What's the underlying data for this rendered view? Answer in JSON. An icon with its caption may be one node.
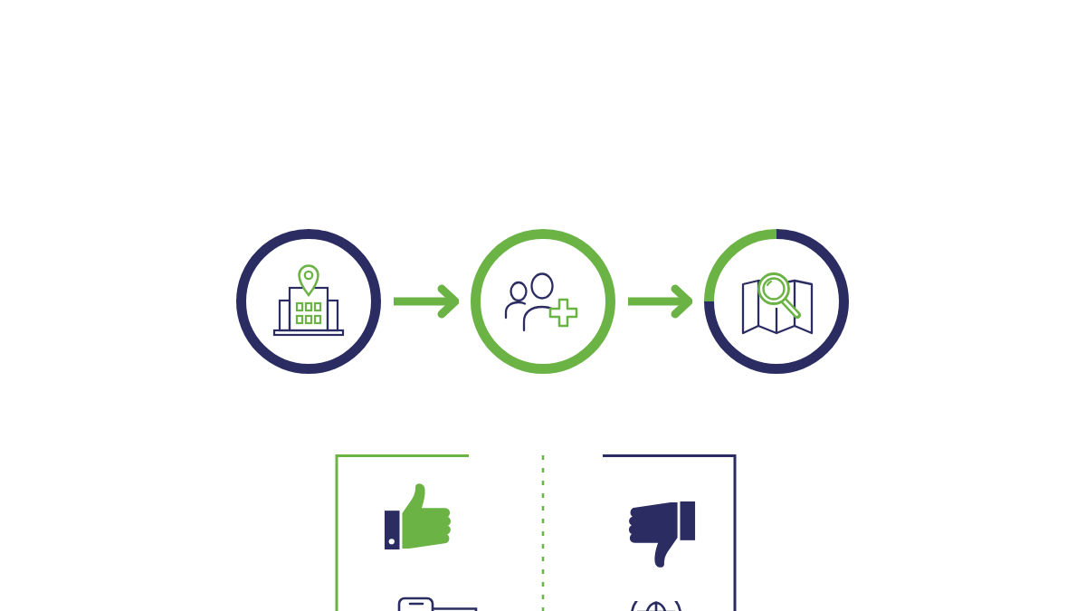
{
  "diagram": {
    "nodes": [
      {
        "text": [],
        "shape": "circle"
      },
      {
        "text": [],
        "shape": "circle"
      },
      {
        "text": [],
        "shape": "circle"
      }
    ],
    "edges": [
      {
        "from": 0,
        "to": 1,
        "arrow": "to"
      },
      {
        "from": 1,
        "to": 2,
        "arrow": "to"
      }
    ]
  }
}
